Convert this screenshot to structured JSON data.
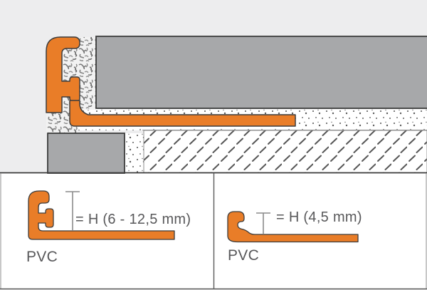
{
  "colors": {
    "profile_orange": "#E97D28",
    "tile_gray": "#A7A8AA",
    "background_gray": "#EDEDEE",
    "outline_dark": "#3C3C3C",
    "text_gray": "#58585A",
    "panel_white": "#FFFFFF"
  },
  "installation_view": {
    "type": "tile-edge-profile-cross-section",
    "elements": [
      "edge-profile",
      "top-tile",
      "thinset-bed",
      "adhesive-joint",
      "substrate",
      "wall-tile"
    ]
  },
  "detail_panels": [
    {
      "height_label": "= H (6 - 12,5 mm)",
      "material_label": "PVC"
    },
    {
      "height_label": "= H (4,5 mm)",
      "material_label": "PVC"
    }
  ]
}
